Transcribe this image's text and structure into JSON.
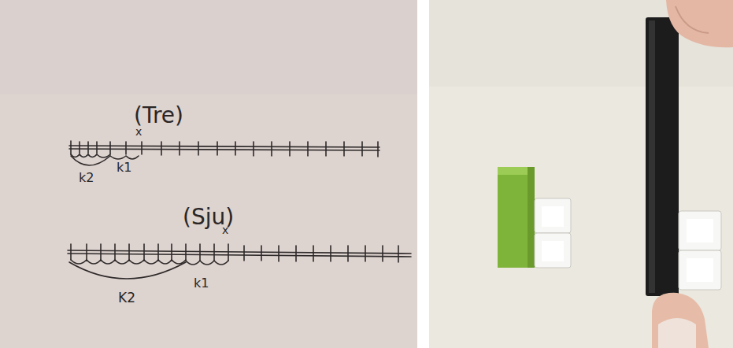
{
  "diagram": {
    "labels": [
      "(Tre)",
      "x",
      "k2",
      "k1",
      "(Sju)",
      "x",
      "K2",
      "k1"
    ]
  }
}
